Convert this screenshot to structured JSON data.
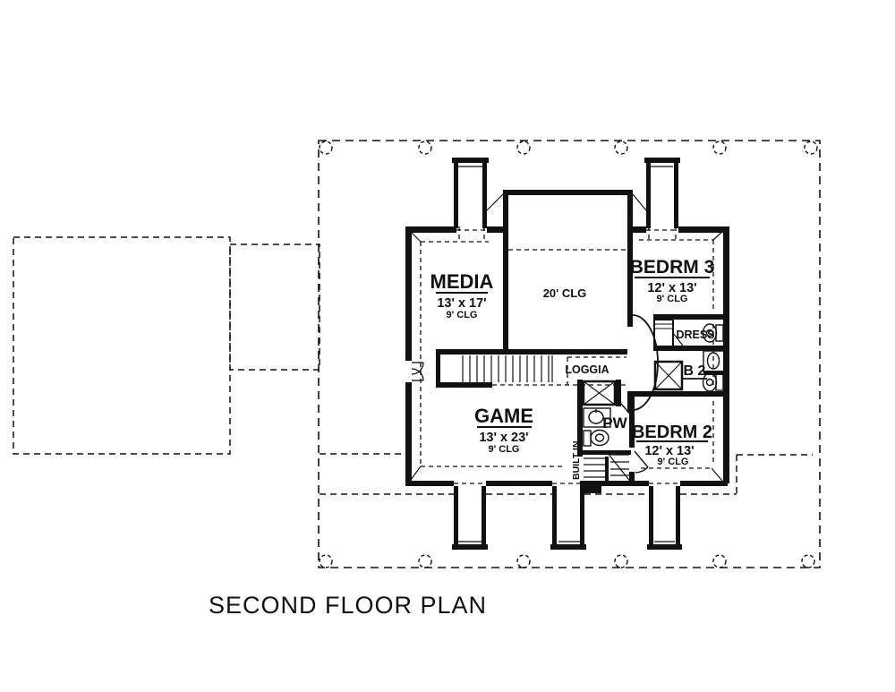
{
  "title": "SECOND FLOOR PLAN",
  "plan": {
    "rooms": [
      {
        "name": "MEDIA",
        "dims": "13' x 17'",
        "ceil": "9' CLG"
      },
      {
        "name": "GAME",
        "dims": "13' x 23'",
        "ceil": "9' CLG"
      },
      {
        "name": "BEDRM 3",
        "dims": "12' x 13'",
        "ceil": "9' CLG"
      },
      {
        "name": "BEDRM 2",
        "dims": "12' x 13'",
        "ceil": "9' CLG"
      }
    ],
    "areas": {
      "tall_ceiling": "20' CLG",
      "loggia": "LOGGIA",
      "powder": "PW",
      "bath": "B 2",
      "dress": "DRESS",
      "built_in": "BUILT IN"
    },
    "colors": {
      "ink": "#111111",
      "paper": "#ffffff"
    }
  }
}
